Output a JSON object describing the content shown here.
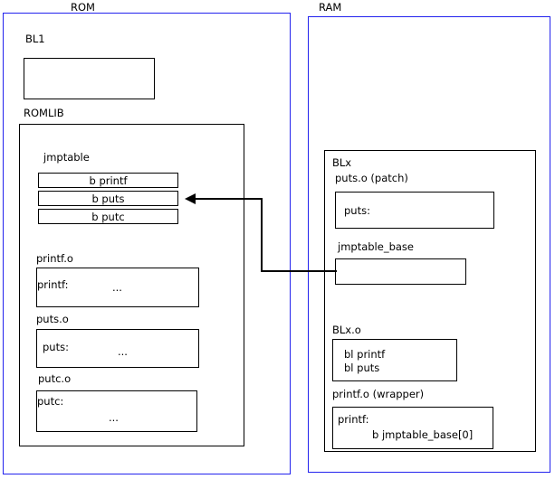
{
  "diagram": {
    "regions": [
      {
        "key": "rom",
        "label": "ROM"
      },
      {
        "key": "ram",
        "label": "RAM"
      }
    ],
    "rom": {
      "label": "ROM",
      "bl1": {
        "label": "BL1"
      },
      "romlib": {
        "label": "ROMLIB",
        "jmptable": {
          "label": "jmptable",
          "entries": [
            {
              "text": "b printf"
            },
            {
              "text": "b puts"
            },
            {
              "text": "b putc"
            }
          ]
        },
        "objects": [
          {
            "label": "printf.o",
            "symbol": "printf:",
            "body": "..."
          },
          {
            "label": "puts.o",
            "symbol": "puts:",
            "body": "..."
          },
          {
            "label": "putc.o",
            "symbol": "putc:",
            "body": "..."
          }
        ]
      }
    },
    "ram": {
      "label": "RAM",
      "blx": {
        "label": "BLx",
        "patch": {
          "label": "puts.o (patch)",
          "symbol": "puts:"
        },
        "jmptable_base": {
          "label": "jmptable_base",
          "content": ""
        },
        "blx_o": {
          "label": "BLx.o",
          "line1": "bl printf",
          "line2": "bl puts"
        },
        "wrapper": {
          "label": "printf.o (wrapper)",
          "symbol": "printf:",
          "instruction": "b jmptable_base[0]"
        }
      }
    },
    "connector": {
      "name": "jmptable-base-to-b-puts-arrow",
      "from": "jmptable_base",
      "to": "b puts"
    },
    "colors": {
      "region_border": "#2222ee",
      "box_border": "#000000",
      "background": "#ffffff",
      "text": "#000000"
    }
  }
}
